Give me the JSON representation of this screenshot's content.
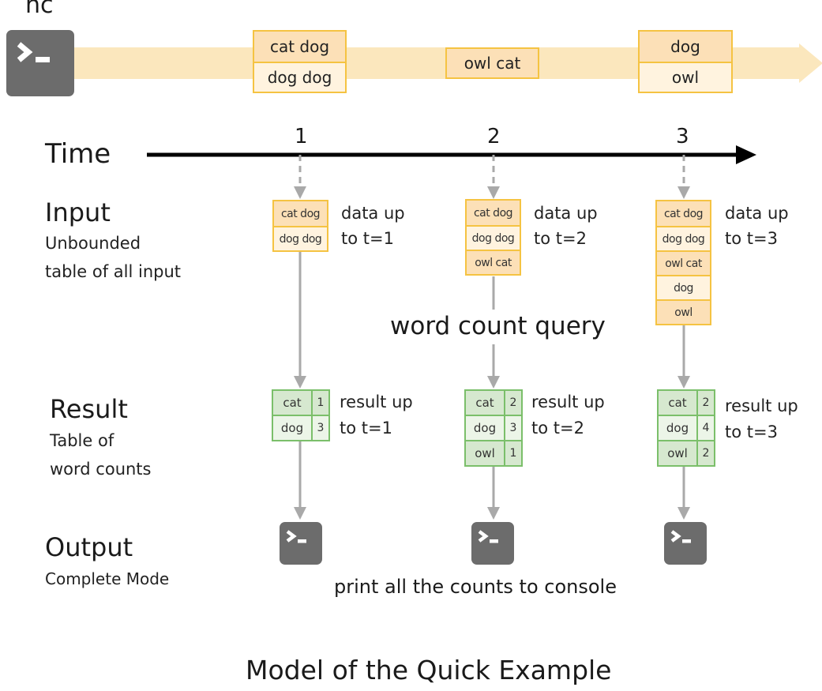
{
  "source": {
    "label": "nc",
    "icon": "terminal-icon",
    "batches": [
      [
        "cat dog",
        "dog dog"
      ],
      [
        "owl cat"
      ],
      [
        "dog",
        "owl"
      ]
    ]
  },
  "timeline": {
    "label": "Time",
    "ticks": [
      "1",
      "2",
      "3"
    ]
  },
  "rows": {
    "input": {
      "title": "Input",
      "subtitle_line1": "Unbounded",
      "subtitle_line2": "table of all input"
    },
    "result": {
      "title": "Result",
      "subtitle_line1": "Table of",
      "subtitle_line2": "word counts"
    },
    "output": {
      "title": "Output",
      "subtitle": "Complete Mode"
    }
  },
  "steps": [
    {
      "input_rows": [
        "cat dog",
        "dog dog"
      ],
      "input_note_line1": "data up",
      "input_note_line2": "to t=1",
      "result_rows": [
        {
          "word": "cat",
          "count": "1"
        },
        {
          "word": "dog",
          "count": "3"
        }
      ],
      "result_note_line1": "result up",
      "result_note_line2": "to t=1"
    },
    {
      "input_rows": [
        "cat dog",
        "dog dog",
        "owl cat"
      ],
      "input_note_line1": "data up",
      "input_note_line2": "to t=2",
      "result_rows": [
        {
          "word": "cat",
          "count": "2"
        },
        {
          "word": "dog",
          "count": "3"
        },
        {
          "word": "owl",
          "count": "1"
        }
      ],
      "result_note_line1": "result up",
      "result_note_line2": "to t=2"
    },
    {
      "input_rows": [
        "cat dog",
        "dog dog",
        "owl cat",
        "dog",
        "owl"
      ],
      "input_note_line1": "data up",
      "input_note_line2": "to t=3",
      "result_rows": [
        {
          "word": "cat",
          "count": "2"
        },
        {
          "word": "dog",
          "count": "4"
        },
        {
          "word": "owl",
          "count": "2"
        }
      ],
      "result_note_line1": "result up",
      "result_note_line2": "to t=3"
    }
  ],
  "annotations": {
    "query": "word count query",
    "print": "print all the counts to console"
  },
  "caption": "Model of the Quick Example",
  "colors": {
    "stream_band": "#fbe7bd",
    "input_border": "#f5c342",
    "input_fill_dark": "#fce0b7",
    "input_fill_light": "#fff3df",
    "result_border": "#7bbf6a",
    "result_fill_dark": "#d6e8cf",
    "result_fill_light": "#ecf5e8",
    "terminal": "#6c6c6c",
    "arrow": "#a9a9a9"
  }
}
